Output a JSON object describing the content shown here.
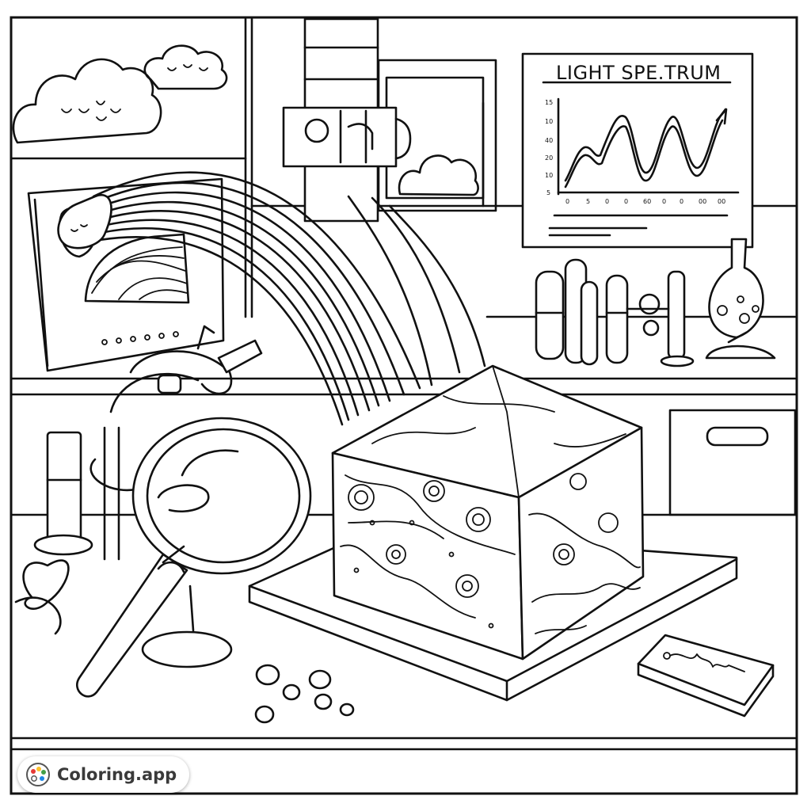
{
  "poster": {
    "title": "LIGHT SPE.TRUM",
    "y_ticks": [
      "15",
      "10",
      "40",
      "20",
      "10",
      "5"
    ],
    "x_ticks": [
      "0",
      "5",
      "0",
      "0",
      "60",
      "0",
      "0",
      "00",
      "00"
    ]
  },
  "badge": {
    "label": "Coloring.app",
    "icon": "palette-icon"
  }
}
